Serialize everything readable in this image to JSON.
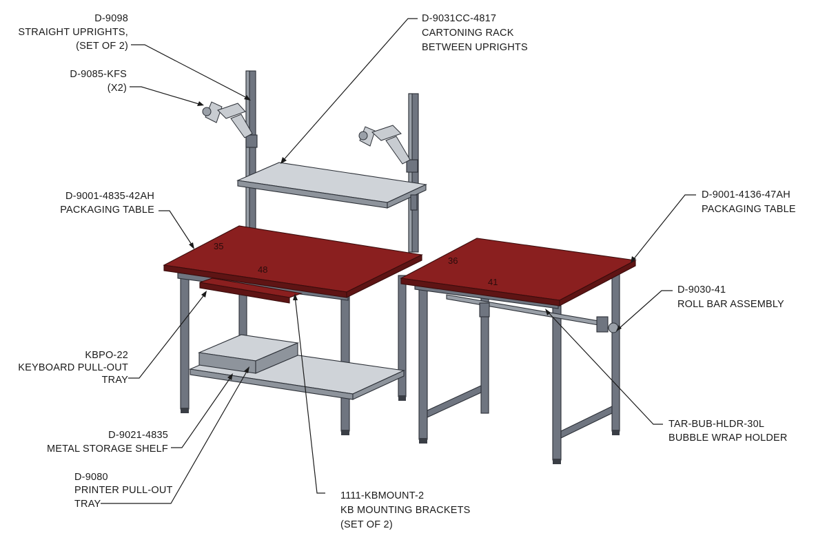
{
  "callouts": [
    {
      "id": "uprights",
      "lines": [
        "D-9098",
        "STRAIGHT UPRIGHTS,",
        "(SET OF 2)"
      ]
    },
    {
      "id": "monitor-arm",
      "lines": [
        "D-9085-KFS",
        "(X2)"
      ]
    },
    {
      "id": "cartoning-rack",
      "lines": [
        "D-9031CC-4817",
        "CARTONING RACK",
        "BETWEEN UPRIGHTS"
      ]
    },
    {
      "id": "packaging-table-left",
      "lines": [
        "D-9001-4835-42AH",
        "PACKAGING TABLE"
      ]
    },
    {
      "id": "packaging-table-right",
      "lines": [
        "D-9001-4136-47AH",
        "PACKAGING TABLE"
      ]
    },
    {
      "id": "roll-bar",
      "lines": [
        "D-9030-41",
        "ROLL BAR ASSEMBLY"
      ]
    },
    {
      "id": "keyboard-tray",
      "lines": [
        "KBPO-22",
        "KEYBOARD PULL-OUT",
        "TRAY"
      ]
    },
    {
      "id": "storage-shelf",
      "lines": [
        "D-9021-4835",
        "METAL STORAGE SHELF"
      ]
    },
    {
      "id": "printer-tray",
      "lines": [
        "D-9080",
        "PRINTER PULL-OUT",
        "TRAY"
      ]
    },
    {
      "id": "kb-brackets",
      "lines": [
        "1111-KBMOUNT-2",
        "KB MOUNTING BRACKETS",
        "(SET OF 2)"
      ]
    },
    {
      "id": "bubble-wrap",
      "lines": [
        "TAR-BUB-HLDR-30L",
        "BUBBLE WRAP HOLDER"
      ]
    }
  ],
  "dimensions": {
    "left_table_depth": "35",
    "left_table_width": "48",
    "right_table_depth": "36",
    "right_table_width": "41"
  },
  "colors": {
    "tabletop": "#8a1f1f",
    "frame": "#6f7580",
    "shelf": "#cfd3d8"
  }
}
